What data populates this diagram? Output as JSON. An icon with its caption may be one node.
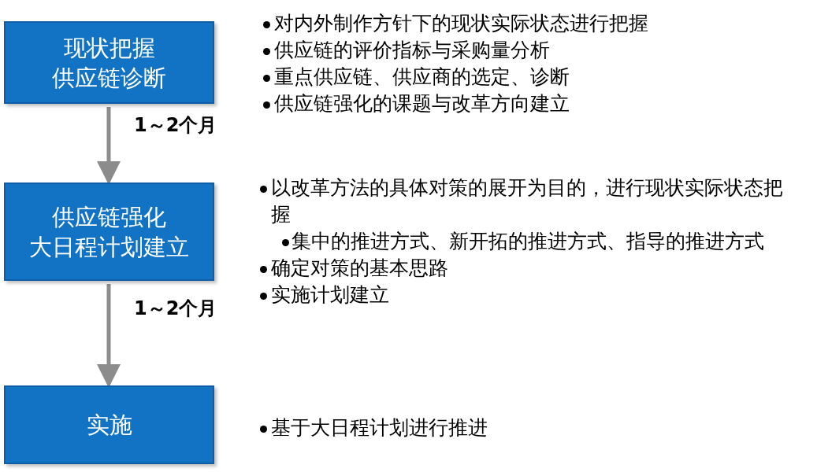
{
  "diagram": {
    "nodes": [
      {
        "text": [
          "现状把握",
          "供应链诊断"
        ],
        "beside": [
          "对内外制作方针下的现状实际状态进行把握",
          "供应链的评价指标与采购量分析",
          "重点供应链、供应商的选定、诊断",
          "供应链强化的课题与改革方向建立"
        ]
      },
      {
        "text": [
          "供应链强化",
          "大日程计划建立"
        ],
        "beside": [
          "以改革方法的具体对策的展开为目的，进行现状实际状态把握",
          "集中的推进方式、新开拓的推进方式、指导的推进方式",
          "确定对策的基本思路",
          "实施计划建立"
        ]
      },
      {
        "text": [
          "实施"
        ],
        "beside": [
          "基于大日程计划进行推进"
        ]
      }
    ],
    "edges": [
      {
        "from": 0,
        "to": 1,
        "arrow": "to",
        "label": "1～2个月"
      },
      {
        "from": 1,
        "to": 2,
        "arrow": "to",
        "label": "1～2个月"
      }
    ]
  }
}
